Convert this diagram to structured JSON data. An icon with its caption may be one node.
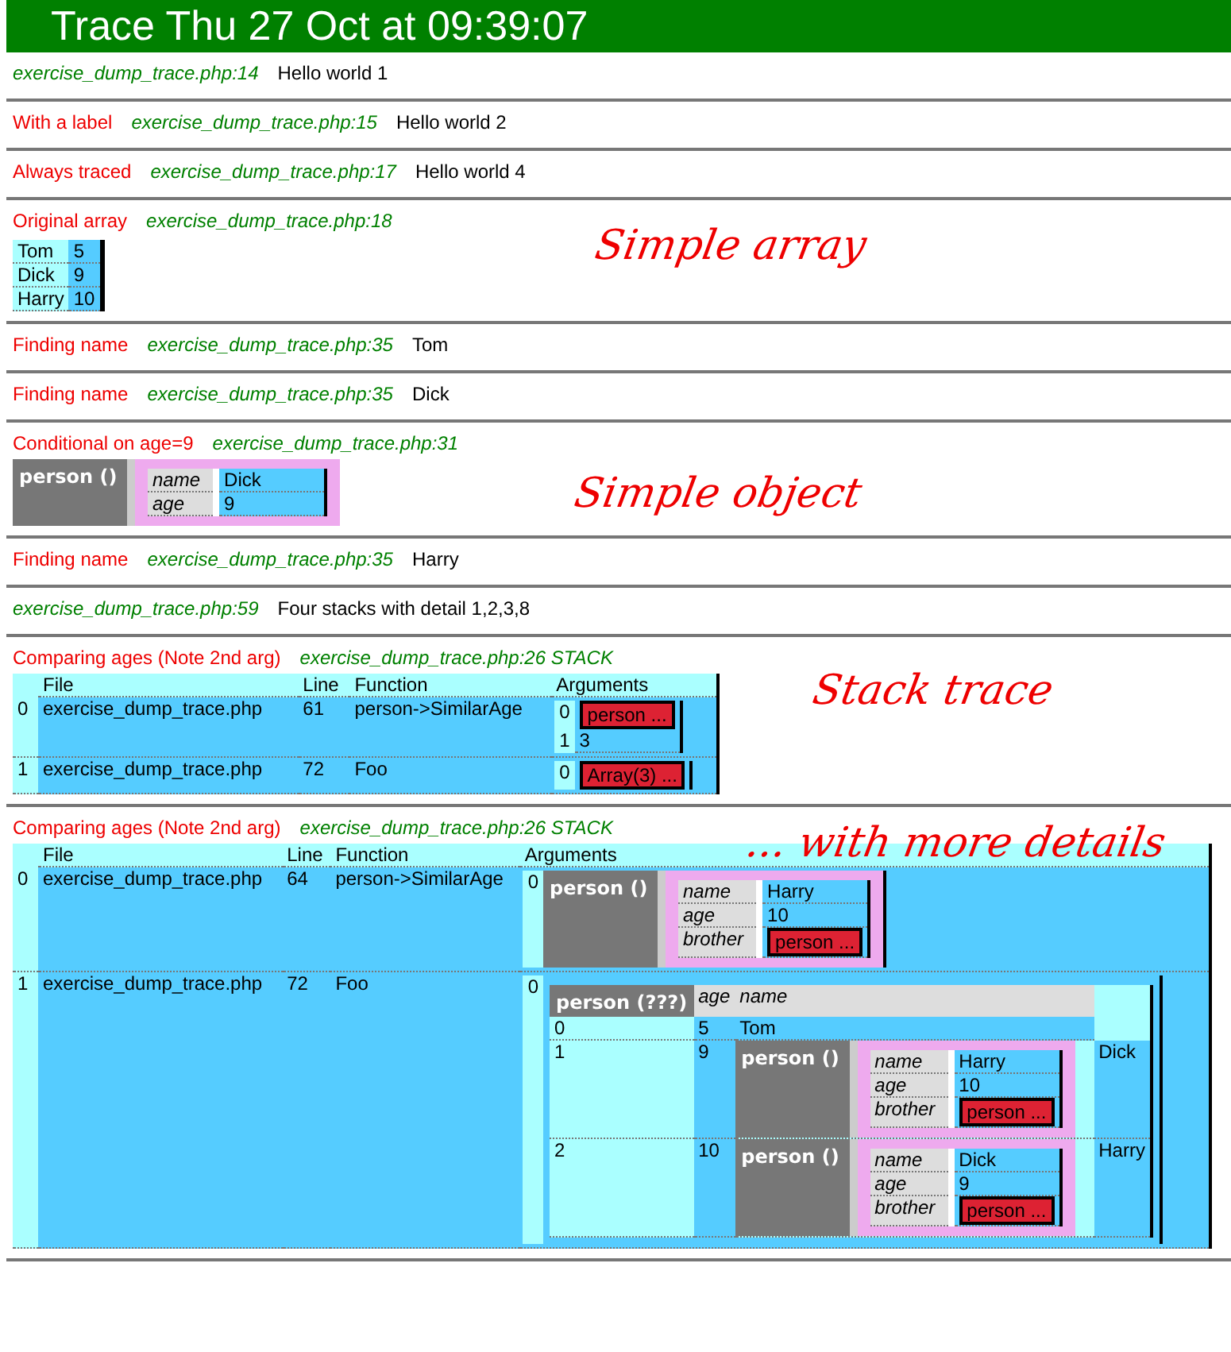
{
  "diagram": {
    "title": "Trace Thu 27 Oct at 09:39:07",
    "labels": [
      "exercise_dump_trace.php:14",
      "Hello world 1",
      "With a label",
      "exercise_dump_trace.php:15",
      "Hello world 2",
      "Always traced",
      "exercise_dump_trace.php:17",
      "Hello world 4",
      "Original array",
      "exercise_dump_trace.php:18",
      "Tom",
      "5",
      "Dick",
      "9",
      "Harry",
      "10",
      "Simple array",
      "Finding name",
      "exercise_dump_trace.php:35",
      "Tom",
      "Finding name",
      "exercise_dump_trace.php:35",
      "Dick",
      "Conditional on age=9",
      "exercise_dump_trace.php:31",
      "person ()",
      "name",
      "Dick",
      "age",
      "9",
      "Simple object",
      "Finding name",
      "exercise_dump_trace.php:35",
      "Harry",
      "exercise_dump_trace.php:59",
      "Four stacks with detail 1,2,3,8",
      "Comparing ages (Note 2nd arg)",
      "exercise_dump_trace.php:26 STACK",
      "Stack trace",
      "File",
      "Line",
      "Function",
      "Arguments",
      "0",
      "exercise_dump_trace.php",
      "61",
      "person->SimilarAge",
      "0",
      "person ...",
      "1",
      "3",
      "1",
      "exercise_dump_trace.php",
      "72",
      "Foo",
      "0",
      "Array(3) ...",
      "... with more details",
      "Comparing ages (Note 2nd arg)",
      "exercise_dump_trace.php:26 STACK",
      "File",
      "Line",
      "Function",
      "Arguments",
      "0",
      "exercise_dump_trace.php",
      "64",
      "person->SimilarAge",
      "0",
      "person ()",
      "name",
      "Harry",
      "age",
      "10",
      "brother",
      "person ...",
      "1",
      "exercise_dump_trace.php",
      "72",
      "Foo",
      "0",
      "person (???)",
      "age",
      "name",
      "0",
      "5",
      "Tom",
      "1",
      "9",
      "person ()",
      "name",
      "Harry",
      "age",
      "10",
      "brother",
      "person ...",
      "Dick",
      "2",
      "10",
      "person ()",
      "name",
      "Dick",
      "age",
      "9",
      "brother",
      "person ...",
      "Harry"
    ]
  }
}
